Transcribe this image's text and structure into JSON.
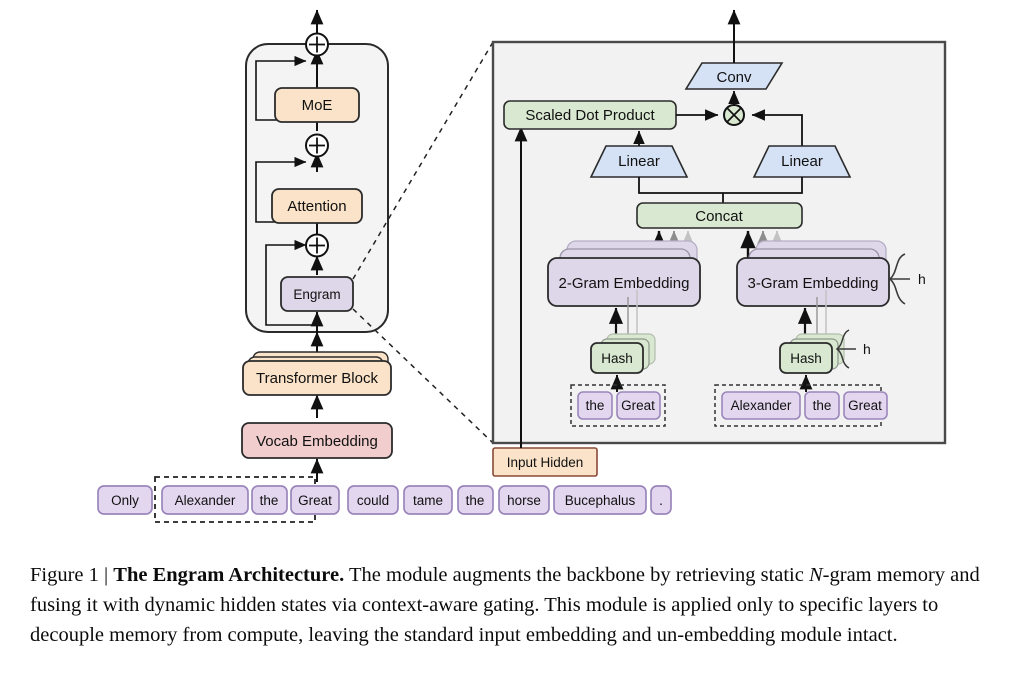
{
  "figure": {
    "caption_prefix": "Figure 1 | ",
    "caption_bold": "The Engram Architecture.",
    "caption_rest_1": " The module augments the backbone by retrieving static ",
    "caption_italic_1": "N",
    "caption_rest_2": "-gram memory and fusing it with dynamic hidden states via context-aware gating. This module is applied only to specific layers to decouple memory from compute, leaving the standard input embedding and un-embedding module intact."
  },
  "backbone": {
    "block_label": "Transformer Block",
    "vocab_label": "Vocab Embedding",
    "moe_label": "MoE",
    "attention_label": "Attention",
    "engram_label": "Engram",
    "add_symbol": "+"
  },
  "tokens": {
    "sequence": [
      "Only",
      "Alexander",
      "the",
      "Great",
      "could",
      "tame",
      "the",
      "horse",
      "Bucephalus",
      "."
    ],
    "highlighted": [
      "Alexander",
      "the",
      "Great"
    ]
  },
  "detail": {
    "input_hidden_label": "Input Hidden",
    "scaled_dot_product_label": "Scaled Dot Product",
    "conv_label": "Conv",
    "linear_left_label": "Linear",
    "linear_right_label": "Linear",
    "concat_label": "Concat",
    "multiply_symbol": "⊗",
    "gram2_label": "2-Gram Embedding",
    "gram3_label": "3-Gram Embedding",
    "hash_left_label": "Hash",
    "hash_right_label": "Hash",
    "h_label_left": "h",
    "h_label_right": "h",
    "gram2_tokens": [
      "the",
      "Great"
    ],
    "gram3_tokens": [
      "Alexander",
      "the",
      "Great"
    ]
  },
  "colors": {
    "peach": "#fae3c8",
    "pink": "#f2cdcd",
    "lavender": "#ded6e9",
    "green": "#d9e8d0",
    "blue": "#d5e2f5",
    "panel_bg": "#f2f2f2",
    "stroke": "#333333",
    "token_stroke": "#9b86bb",
    "token_fill": "#e3d7ef"
  }
}
